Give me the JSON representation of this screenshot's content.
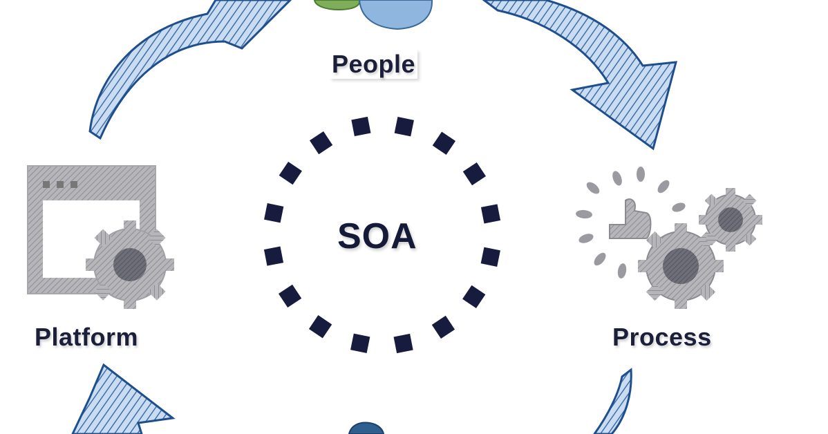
{
  "diagram": {
    "center_label": "SOA",
    "nodes": [
      {
        "label": "People",
        "icon": "people-icon"
      },
      {
        "label": "Process",
        "icon": "process-gears-icon"
      },
      {
        "label": "Platform",
        "icon": "platform-window-gear-icon"
      }
    ],
    "arrow_style": "hatched-blue-cycle",
    "colors": {
      "arrow_fill": "#b9d3ee",
      "arrow_hatch": "#3f6fa8",
      "arrow_outline": "#1e4f8c",
      "text": "#1b1f3a",
      "dots": "#171b3d",
      "icon_gray": "#8a8a90"
    }
  }
}
